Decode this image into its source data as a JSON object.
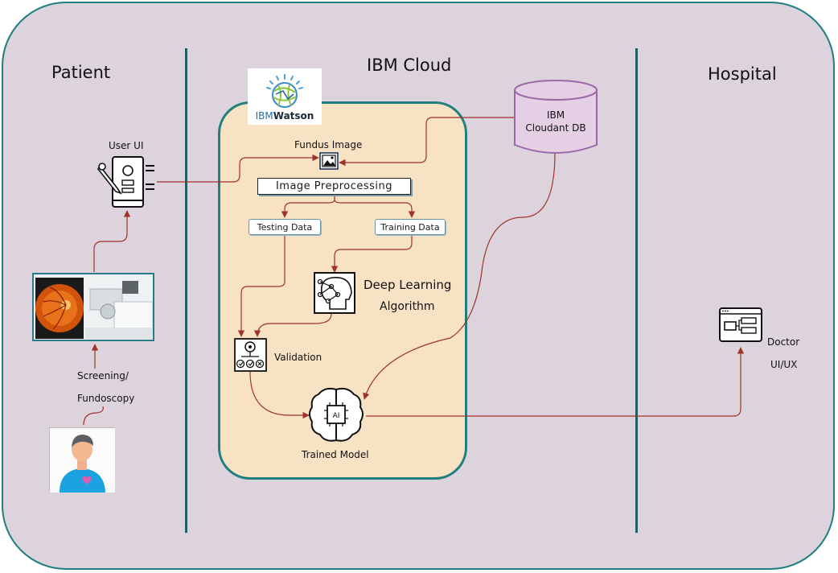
{
  "lanes": {
    "patient": "Patient",
    "cloud": "IBM Cloud",
    "hospital": "Hospital"
  },
  "watson": {
    "prefix": "IBM",
    "brand": "Watson"
  },
  "nodes": {
    "user_ui": "User UI",
    "fundus_image": "Fundus Image",
    "image_preprocessing": "Image Preprocessing",
    "testing_data": "Testing Data",
    "training_data": "Training Data",
    "deep_learning_line1": "Deep Learning",
    "deep_learning_line2": "Algorithm",
    "validation": "Validation",
    "trained_model": "Trained Model",
    "db_line1": "IBM",
    "db_line2": "Cloudant DB",
    "screening_line1": "Screening/",
    "screening_line2": "Fundoscopy",
    "doctor_line1": "Doctor",
    "doctor_line2": "UI/UX"
  },
  "colors": {
    "background": "#dcd3dc",
    "frame_border": "#1f7f7f",
    "cloud_panel": "#f8e2c4",
    "db_fill": "#e4cfe4",
    "db_stroke": "#9b6aa6",
    "arrow": "#a0322a"
  }
}
